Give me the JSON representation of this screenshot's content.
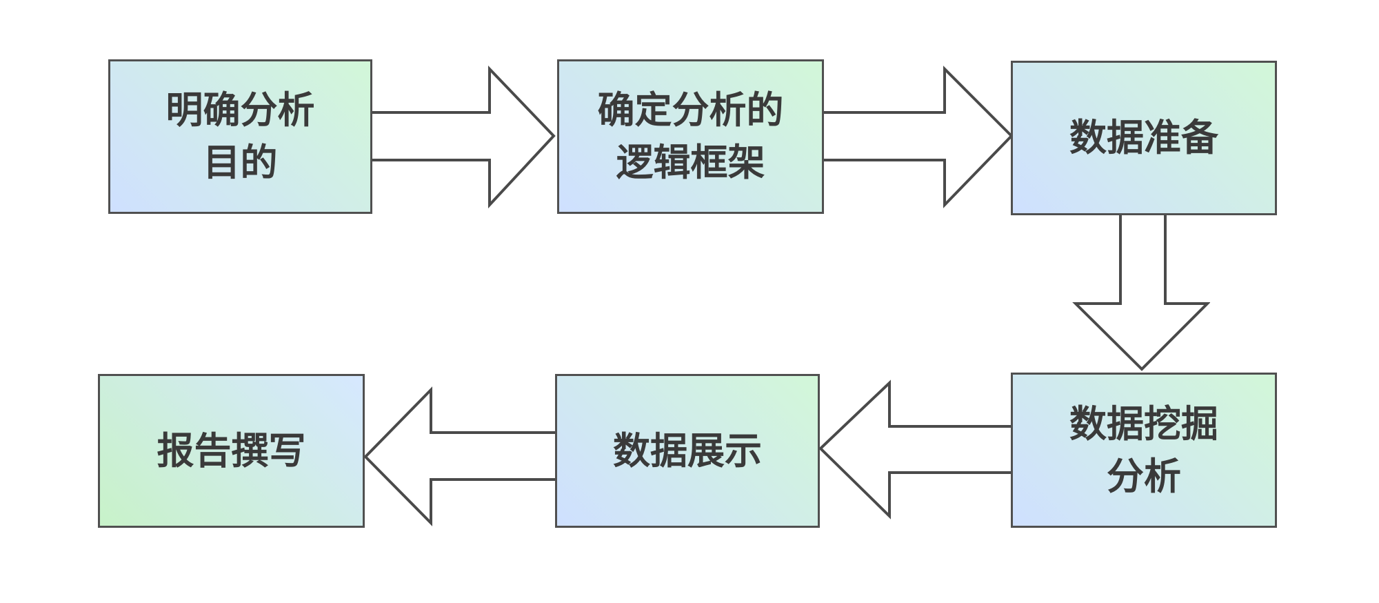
{
  "diagram": {
    "nodes": {
      "n1": "明确分析\n目的",
      "n2": "确定分析的\n逻辑框架",
      "n3": "数据准备",
      "n4": "数据挖掘\n分析",
      "n5": "数据展示",
      "n6": "报告撰写"
    }
  }
}
